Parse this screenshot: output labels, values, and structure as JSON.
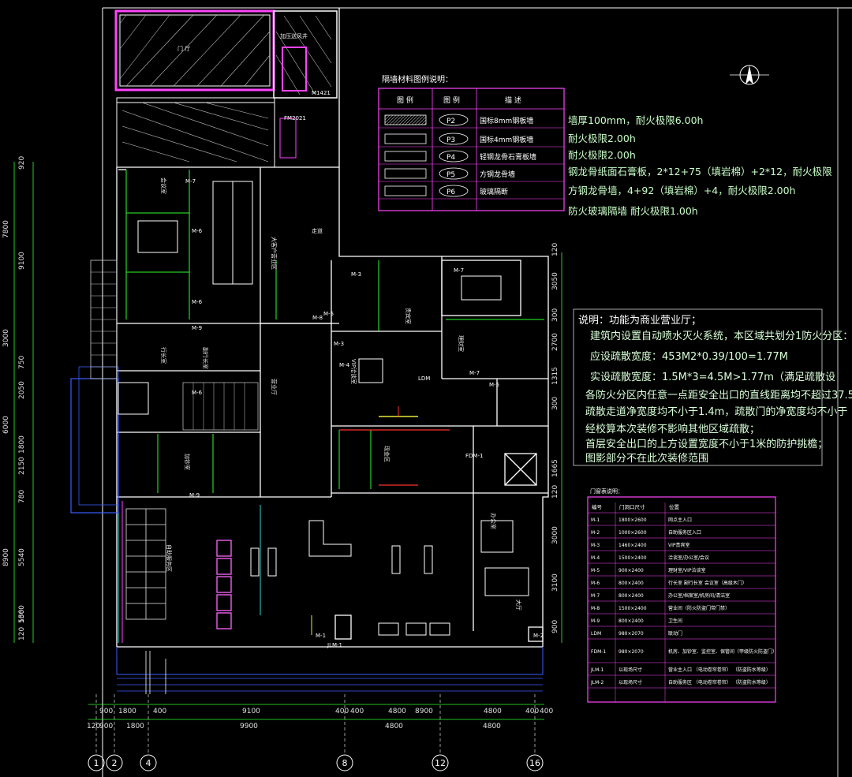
{
  "legend": {
    "title": "隔墙材料图例说明：",
    "headers": [
      "图 例",
      "图 例",
      "描 述"
    ],
    "rows": [
      {
        "code": "P2",
        "desc": "国标8mm钢板墙",
        "note": "墙厚100mm，耐火极限6.00h"
      },
      {
        "code": "P3",
        "desc": "国标4mm钢板墙",
        "note": "耐火极限2.00h"
      },
      {
        "code": "P4",
        "desc": "轻钢龙骨石膏板墙",
        "note": "耐火极限2.00h"
      },
      {
        "code": "P5",
        "desc": "方钢龙骨墙",
        "note": "钢龙骨纸面石膏板，2*12+75（填岩棉）+2*12，耐火极限"
      },
      {
        "code": "P6",
        "desc": "玻璃隔断",
        "note": "方钢龙骨墙，4+92（填岩棉）+4，耐火极限2.00h"
      }
    ],
    "extra_note": "防火玻璃隔墙         耐火极限1.00h"
  },
  "notes": {
    "title": "说明：功能为商业营业厅；",
    "lines": [
      "建筑内设置自动喷水灭火系统，本区域共划分1防火分区：",
      "应设疏散宽度：453M2*0.39/100=1.77M",
      "实设疏散宽度：1.5M*3=4.5M>1.77m（满足疏散设",
      "各防火分区内任意一点距安全出口的直线距离均不超过37.5",
      "疏散走道净宽度均不小于1.4m，疏散门的净宽度均不小于",
      "经校算本次装修不影响其他区域疏散；",
      "首层安全出口的上方设置宽度不小于1米的防护挑檐；",
      "图影部分不在此次装修范围"
    ]
  },
  "door_table": {
    "title": "门窗表说明：",
    "headers": [
      "编号",
      "门洞口尺寸",
      "位置"
    ],
    "rows": [
      [
        "M-1",
        "1800×2600",
        "网点主入口"
      ],
      [
        "M-2",
        "1000×2600",
        "自助服务区入口"
      ],
      [
        "M-3",
        "1460×2400",
        "VIP贵宾室"
      ],
      [
        "M-4",
        "1500×2400",
        "洽谈室/办公室/会议"
      ],
      [
        "M-5",
        "900×2400",
        "理财室/VIP洽谈室"
      ],
      [
        "M-6",
        "800×2400",
        "行长室  副行长室  会议室（高级木门）"
      ],
      [
        "M-7",
        "800×2400",
        "办公室/档案室/机房间/清洁室"
      ],
      [
        "M-8",
        "1500×2400",
        "营业间（防火防盗门带门禁）"
      ],
      [
        "M-9",
        "800×2400",
        "卫生间"
      ],
      [
        "LDM",
        "980×2070",
        "联动门"
      ],
      [
        "FDM-1",
        "980×2070",
        "机房、加钞室、监控室、保管间（甲级防火防盗门）"
      ],
      [
        "JLM-1",
        "以现场尺寸",
        "营业主入口   （电动卷帘卷帘）   （防盗防水等级）"
      ],
      [
        "JLM-2",
        "以现场尺寸",
        "自助服务区   （电动卷帘卷帘）   （防盗防水等级）"
      ]
    ]
  },
  "room_labels": [
    {
      "id": "r1",
      "text": "门 厅"
    },
    {
      "id": "r2",
      "text": "加压送风井"
    },
    {
      "id": "r3",
      "text": "大客户营业区"
    },
    {
      "id": "r4",
      "text": "走道"
    },
    {
      "id": "r5",
      "text": "会议室"
    },
    {
      "id": "r6",
      "text": "行长室"
    },
    {
      "id": "r7",
      "text": "副行长室"
    },
    {
      "id": "r8",
      "text": "贵宾室"
    },
    {
      "id": "r9",
      "text": "理财室"
    },
    {
      "id": "r10",
      "text": "VIP洽谈室"
    },
    {
      "id": "r11",
      "text": "现金区"
    },
    {
      "id": "r12",
      "text": "营业厅"
    },
    {
      "id": "r13",
      "text": "自助服务区"
    },
    {
      "id": "r14",
      "text": "办公室"
    },
    {
      "id": "r15",
      "text": "加钞室"
    },
    {
      "id": "r16",
      "text": "大厅"
    }
  ],
  "dims_left": [
    "920",
    "7800",
    "9100",
    "3000",
    "750",
    "2050",
    "6000",
    "1800",
    "2150",
    "780",
    "8900",
    "5540",
    "1360",
    "120",
    "560"
  ],
  "dims_right": [
    "120",
    "3050",
    "300",
    "2700",
    "1315",
    "300",
    "1665",
    "120",
    "3000",
    "3100",
    "900"
  ],
  "dims_bottom_row1": [
    "900",
    "1800",
    "400",
    "9100",
    "400",
    "400",
    "4800",
    "8900",
    "4800",
    "400",
    "400"
  ],
  "dims_bottom_row2": [
    "120",
    "900",
    "1800",
    "9900",
    "4800",
    "4800"
  ],
  "axes": [
    "1",
    "2",
    "4",
    "8",
    "12",
    "16"
  ],
  "door_tags": [
    "M-7",
    "M-6",
    "M-6",
    "M-9",
    "M-6",
    "M-9",
    "M-3",
    "M-5",
    "M-3",
    "M-4",
    "M-7",
    "M-8",
    "LDM",
    "M-7",
    "M-5",
    "FDM-1",
    "M-1",
    "M-2",
    "JLM-1",
    "M1421",
    "FM2021"
  ],
  "colors": {
    "background": "#000000",
    "wall": "#ffffff",
    "magenta": "#ff44ff",
    "green_line": "#2bff2b",
    "cyan": "#27d4d4",
    "blue": "#3a5cff",
    "yellow": "#e8e83c",
    "red": "#ff3030",
    "legend_border": "#ff44ff",
    "note_border": "#aaaaaa"
  }
}
